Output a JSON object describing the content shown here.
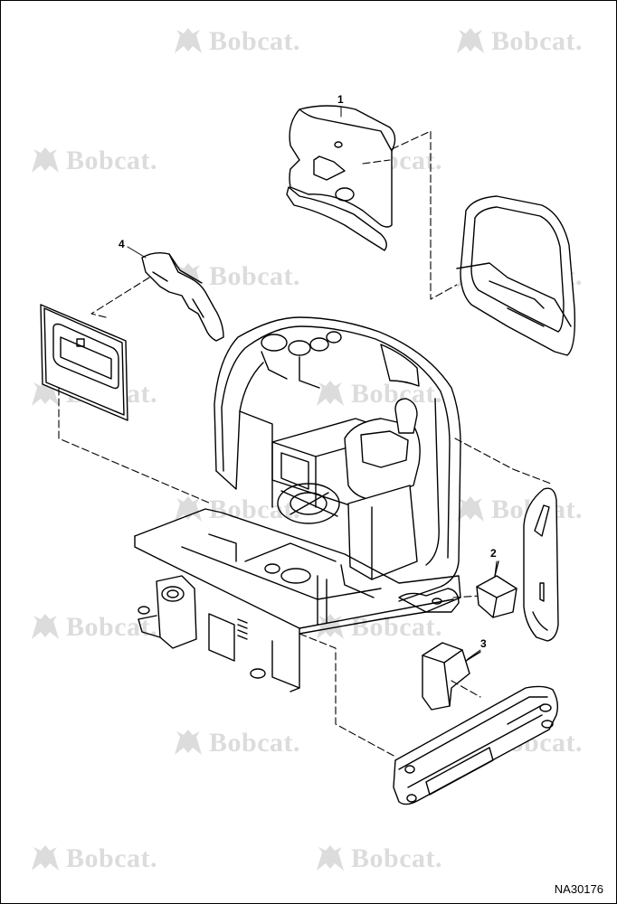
{
  "watermark": {
    "text": "Bobcat."
  },
  "callouts": {
    "part_1": "1",
    "part_2": "2",
    "part_3": "3",
    "part_4": "4"
  },
  "figure_id": "NA30176",
  "colors": {
    "line": "#000000",
    "watermark": "#dcdcdc",
    "background": "#ffffff"
  }
}
